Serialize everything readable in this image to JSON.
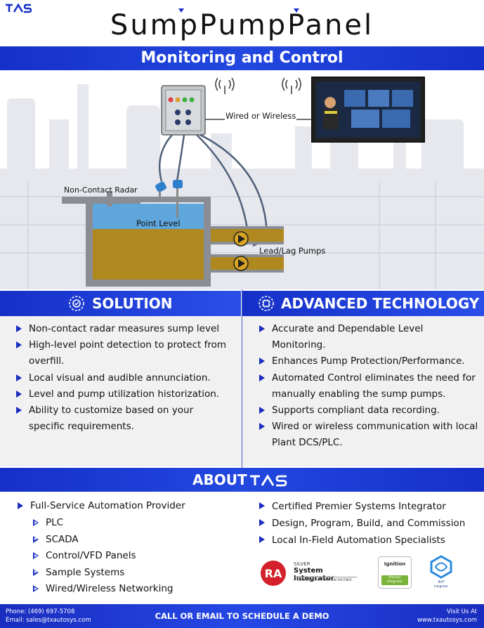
{
  "brand": {
    "logo_text": "TAS",
    "accent": "#1530c8"
  },
  "title": "SumpPumpPanel",
  "subtitle": "Monitoring and Control",
  "diagram": {
    "label_wireless": "Wired or Wireless",
    "label_radar": "Non-Contact Radar",
    "label_point": "Point Level",
    "label_pumps": "Lead/Lag Pumps"
  },
  "solution": {
    "heading": "SOLUTION",
    "items": [
      "Non-contact radar measures sump level",
      "High-level point detection to protect from overfill.",
      "Local visual and audible annunciation.",
      "Level and pump utilization historization.",
      "Ability to customize based on your specific requirements."
    ]
  },
  "technology": {
    "heading": "ADVANCED TECHNOLOGY",
    "items": [
      "Accurate and Dependable Level Monitoring.",
      "Enhances Pump Protection/Performance.",
      "Automated Control eliminates the need for manually enabling the sump pumps.",
      "Supports compliant data recording.",
      "Wired or wireless communication with local Plant DCS/PLC."
    ]
  },
  "about": {
    "heading": "ABOUT",
    "left_item": "Full-Service Automation Provider",
    "sub_items": [
      "PLC",
      "SCADA",
      "Control/VFD Panels",
      "Sample Systems",
      "Wired/Wireless Networking"
    ],
    "right_items": [
      "Certified Premier Systems Integrator",
      "Design, Program, Build, and Commission",
      "Local In-Field Automation Specialists"
    ]
  },
  "badges": {
    "ra_small": "SILVER",
    "ra_title": "System Integrator",
    "ra_sub": "A ROCKWELL AUTOMATION PARTNER",
    "ignition": "Ignition",
    "ignition_tag": "Premier Integrator",
    "iot_label": "IIoT",
    "iot_sub": "Integrator"
  },
  "footer": {
    "phone": "Phone: (469) 697-5708",
    "email": "Email: sales@txautosys.com",
    "cta": "CALL OR EMAIL TO SCHEDULE A DEMO",
    "visit": "Visit Us At",
    "url": "www.txautosys.com"
  }
}
